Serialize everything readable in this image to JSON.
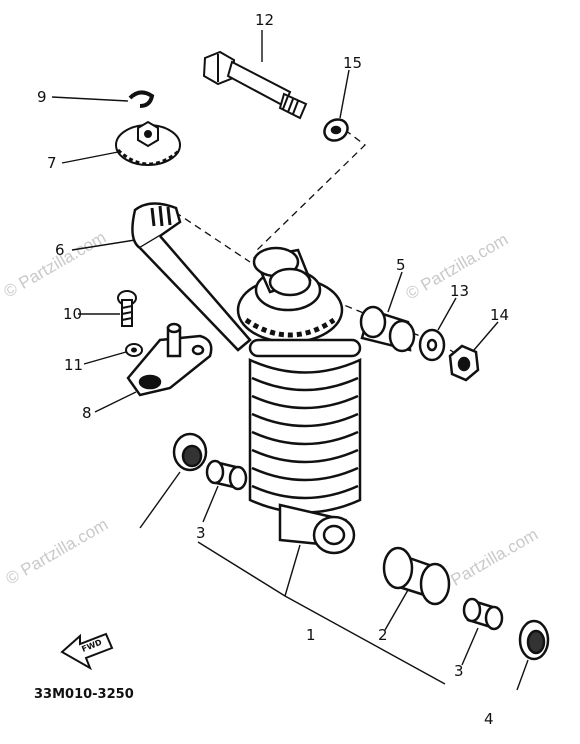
{
  "diagram": {
    "part_code": "33M010-3250",
    "direction_label": "FWD",
    "watermark": "© Partzilla.com",
    "callouts": [
      "1",
      "2",
      "3",
      "3",
      "4",
      "5",
      "6",
      "7",
      "8",
      "9",
      "10",
      "11",
      "12",
      "13",
      "14",
      "15"
    ]
  }
}
